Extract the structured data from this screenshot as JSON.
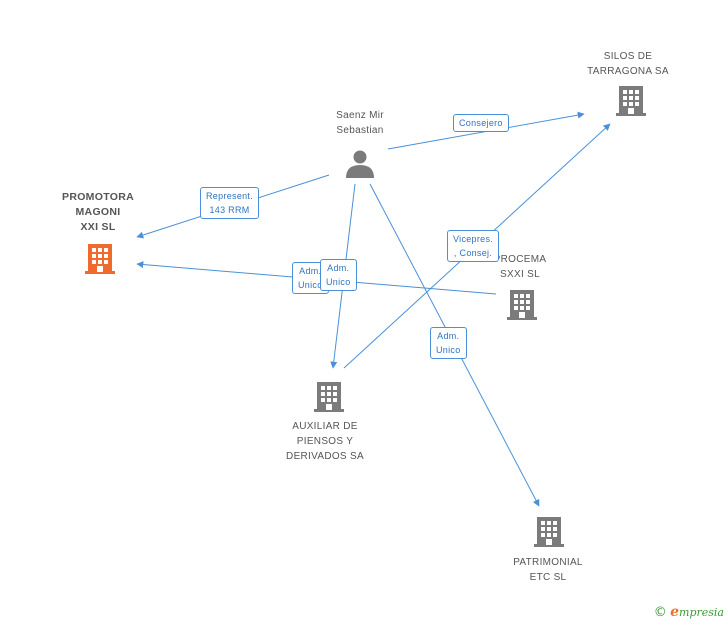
{
  "nodes": {
    "person": {
      "name": "Saenz Mir\nSebastian"
    },
    "promotora": {
      "name": "PROMOTORA\nMAGONI\nXXI SL"
    },
    "silos": {
      "name": "SILOS DE\nTARRAGONA SA"
    },
    "procema": {
      "name": "PROCEMA\nSXXI SL"
    },
    "auxiliar": {
      "name": "AUXILIAR DE\nPIENSOS Y\nDERIVADOS SA"
    },
    "patrimonial": {
      "name": "PATRIMONIAL\nETC SL"
    }
  },
  "edges": {
    "consejero": "Consejero",
    "represent": "Represent.\n143 RRM",
    "adm_unico_promotora": "Adm.\nUnico",
    "adm_unico_auxiliar": "Adm.\nUnico",
    "vicepres": "Vicepres.\n, Consej.",
    "adm_unico_patrimonial": "Adm.\nUnico"
  },
  "colors": {
    "edge": "#4a90d9",
    "building": "#7b7b7b",
    "focus_building": "#f06a2c",
    "person": "#7b7b7b"
  },
  "footer": {
    "copyright": "©",
    "brand_initial": "e",
    "brand_rest": "mpresia"
  }
}
